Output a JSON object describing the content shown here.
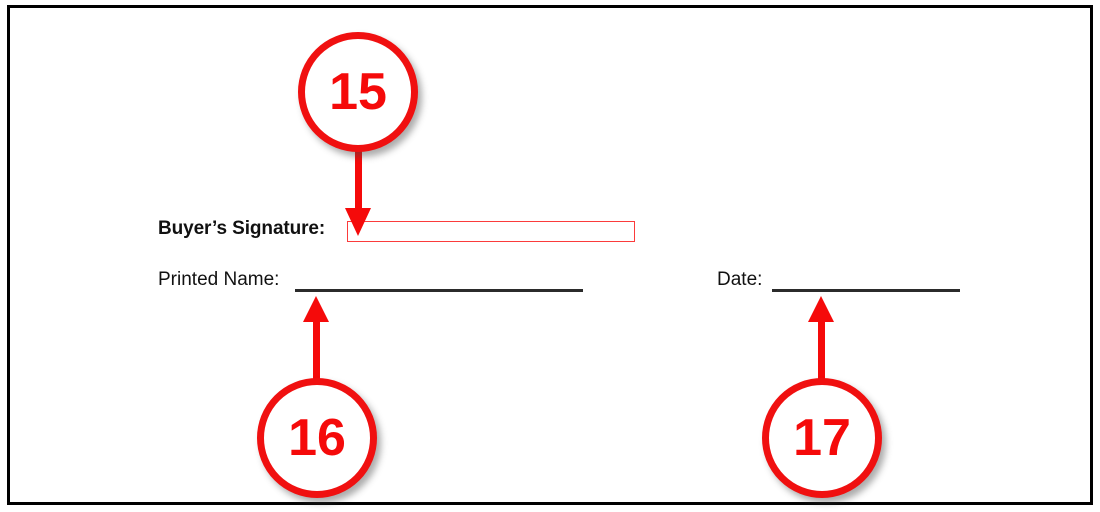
{
  "document": {
    "border_color": "#000000",
    "background_color": "#ffffff",
    "fields": {
      "signature_label": "Buyer’s Signature:",
      "signature_value": "",
      "signature_box_color": "#fb3b3b",
      "printed_name_label": "Printed Name:",
      "printed_name_value": "",
      "date_label": "Date:",
      "date_value": "",
      "rule_color": "#2b2b2b"
    }
  },
  "annotations": {
    "accent_color": "#f50a0a",
    "badges": [
      {
        "number": "15",
        "target": "signature-field",
        "arrow_direction": "down"
      },
      {
        "number": "16",
        "target": "printed-name-rule",
        "arrow_direction": "up"
      },
      {
        "number": "17",
        "target": "date-rule",
        "arrow_direction": "up"
      }
    ]
  }
}
